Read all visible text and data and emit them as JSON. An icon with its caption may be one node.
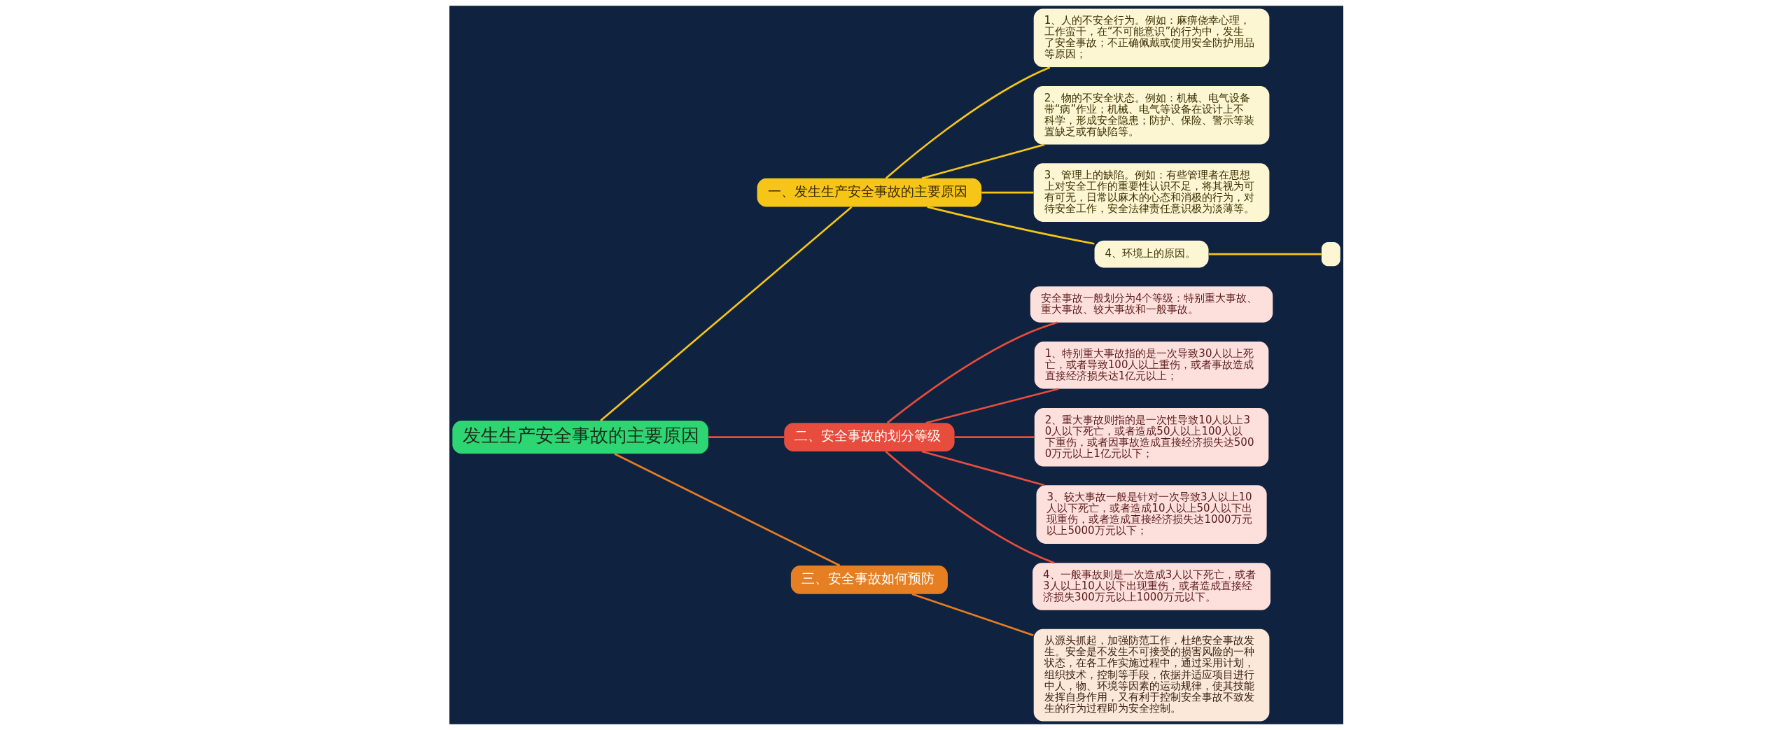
{
  "diagram": {
    "nodes": [
      {
        "text": [
          "发生生产安全事故的主要原因"
        ]
      },
      {
        "text": [
          "一、发生生产安全事故的主要原因"
        ]
      },
      {
        "text": [
          "1、人的不安全行为。例如：麻痹侥幸心理，工作蛮干，在“不可能意识”的行为中，发生了安全事故；不正确佩戴或使用安全防护用品等原因；"
        ]
      },
      {
        "text": [
          "2、物的不安全状态。例如：机械、电气设备带“病”作业；机械、电气等设备在设计上不科学，形成安全隐患；防护、保险、警示等装置缺乏或有缺陷等。"
        ]
      },
      {
        "text": [
          "3、管理上的缺陷。例如：有些管理者在思想上对安全工作的重要性认识不足，将其视为可有可无，日常以麻木的心态和消极的行为，对待安全工作，安全法律责任意识极为淡薄等。"
        ]
      },
      {
        "text": [
          "4、环境上的原因。"
        ]
      },
      {
        "text": [],
        "shape": "box"
      },
      {
        "text": [
          "二、安全事故的划分等级"
        ]
      },
      {
        "text": [
          "安全事故一般划分为4个等级：特别重大事故、重大事故、较大事故和一般事故。"
        ]
      },
      {
        "text": [
          "1、特别重大事故指的是一次导致30人以上死亡，或者导致100人以上重伤，或者事故造成直接经济损失达1亿元以上；"
        ]
      },
      {
        "text": [
          "2、重大事故则指的是一次性导致10人以上30人以下死亡，或者造成50人以上100人以下重伤，或者因事故造成直接经济损失达5000万元以上1亿元以下；"
        ]
      },
      {
        "text": [
          "3、较大事故一般是针对一次导致3人以上10人以下死亡，或者造成10人以上50人以下出现重伤，或者造成直接经济损失达1000万元以上5000万元以下；"
        ]
      },
      {
        "text": [
          "4、一般事故则是一次造成3人以下死亡，或者3人以上10人以下出现重伤，或者造成直接经济损失300万元以上1000万元以下。"
        ]
      },
      {
        "text": [
          "三、安全事故如何预防"
        ]
      },
      {
        "text": [
          "从源头抓起，加强防范工作，杜绝安全事故发生。安全是不发生不可接受的损害风险的一种状态，在各工作实施过程中，通过采用计划，组织技术，控制等手段，依据并适应项目进行中人，物、环境等因素的运动规律，使其技能发挥自身作用，又有利于控制安全事故不致发生的行为过程即为安全控制。"
        ]
      }
    ],
    "edges": [
      {
        "from": 0,
        "to": 1,
        "arrow": "none",
        "color": "#f5c518"
      },
      {
        "from": 1,
        "to": 2,
        "arrow": "none",
        "color": "#f5c518"
      },
      {
        "from": 1,
        "to": 3,
        "arrow": "none",
        "color": "#f5c518"
      },
      {
        "from": 1,
        "to": 4,
        "arrow": "none",
        "color": "#f5c518"
      },
      {
        "from": 1,
        "to": 5,
        "arrow": "none",
        "color": "#f5c518"
      },
      {
        "from": 5,
        "to": 6,
        "arrow": "none",
        "color": "#f5c518"
      },
      {
        "from": 0,
        "to": 7,
        "arrow": "none",
        "color": "#e74c3c"
      },
      {
        "from": 7,
        "to": 8,
        "arrow": "none",
        "color": "#e74c3c"
      },
      {
        "from": 7,
        "to": 9,
        "arrow": "none",
        "color": "#e74c3c"
      },
      {
        "from": 7,
        "to": 10,
        "arrow": "none",
        "color": "#e74c3c"
      },
      {
        "from": 7,
        "to": 11,
        "arrow": "none",
        "color": "#e74c3c"
      },
      {
        "from": 7,
        "to": 12,
        "arrow": "none",
        "color": "#e74c3c"
      },
      {
        "from": 0,
        "to": 13,
        "arrow": "none",
        "color": "#e67e22"
      },
      {
        "from": 13,
        "to": 14,
        "arrow": "none",
        "color": "#e67e22"
      }
    ]
  }
}
